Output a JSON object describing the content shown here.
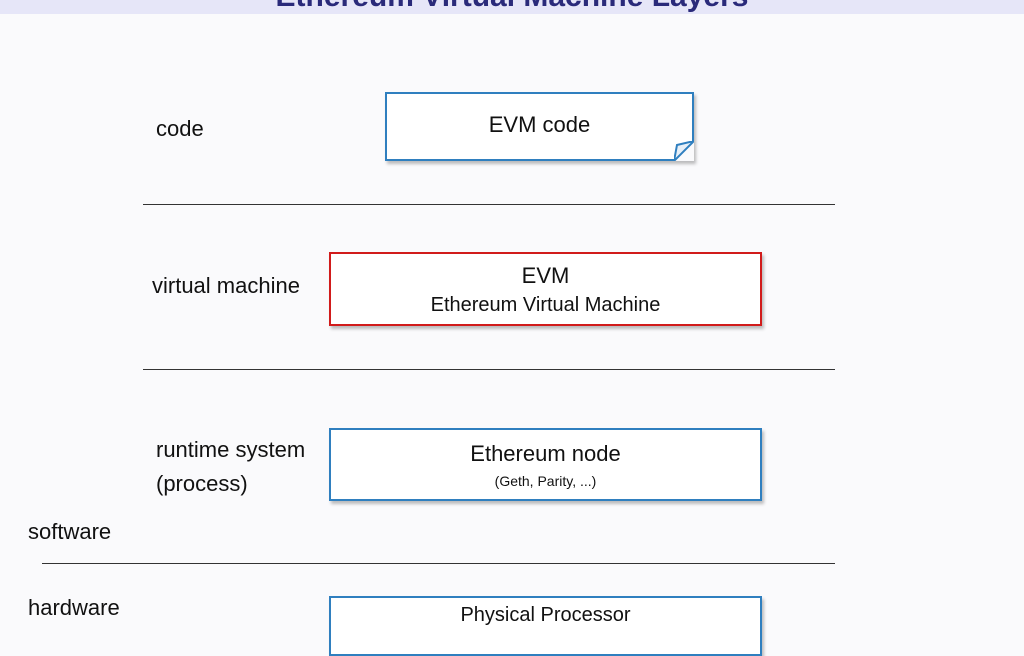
{
  "slide": {
    "title": "Ethereum Virtual Machine Layers"
  },
  "layers": {
    "code": {
      "label": "code",
      "box_title": "EVM code"
    },
    "vm": {
      "label": "virtual machine",
      "box_title": "EVM",
      "box_subtitle": "Ethereum Virtual Machine"
    },
    "runtime": {
      "label_line1": "runtime system",
      "label_line2": "(process)",
      "box_title": "Ethereum node",
      "box_subtitle": "(Geth, Parity, ...)"
    },
    "software_label": "software",
    "hardware": {
      "label": "hardware",
      "box_title": "Physical Processor"
    }
  },
  "colors": {
    "box_border_blue": "#2f7fbf",
    "box_border_red": "#d11b1b",
    "title_bar_bg": "#e6e6f8"
  }
}
